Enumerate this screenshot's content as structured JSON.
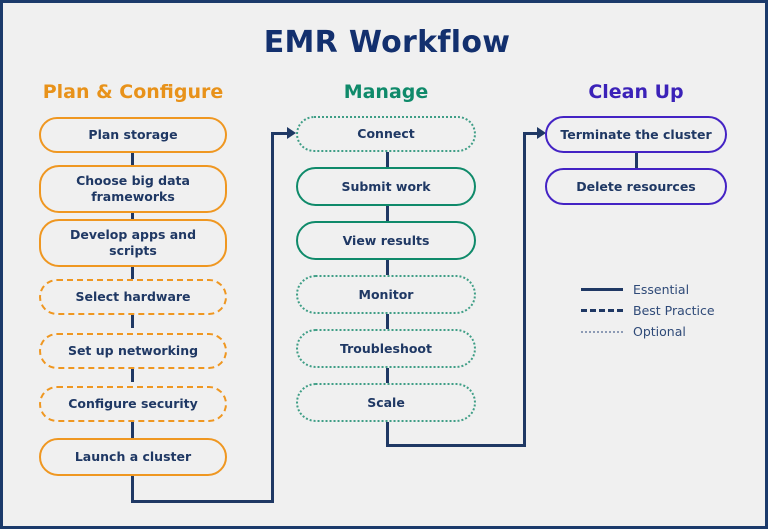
{
  "diagram": {
    "title": "EMR Workflow",
    "background_color": "#f0f0f0",
    "frame_color": "#1b3a6b",
    "text_color": "#1f3864"
  },
  "columns": [
    {
      "id": "plan",
      "heading": "Plan & Configure",
      "color": "#e8921a",
      "nodes": [
        {
          "label": "Plan storage",
          "line_style": "essential"
        },
        {
          "label": "Choose big data frameworks",
          "line_style": "essential"
        },
        {
          "label": "Develop apps and scripts",
          "line_style": "essential"
        },
        {
          "label": "Select hardware",
          "line_style": "best-practice"
        },
        {
          "label": "Set up networking",
          "line_style": "best-practice"
        },
        {
          "label": "Configure security",
          "line_style": "best-practice"
        },
        {
          "label": "Launch a cluster",
          "line_style": "essential"
        }
      ]
    },
    {
      "id": "manage",
      "heading": "Manage",
      "color": "#0f8a6a",
      "nodes": [
        {
          "label": "Connect",
          "line_style": "optional"
        },
        {
          "label": "Submit work",
          "line_style": "essential"
        },
        {
          "label": "View results",
          "line_style": "essential"
        },
        {
          "label": "Monitor",
          "line_style": "optional"
        },
        {
          "label": "Troubleshoot",
          "line_style": "optional"
        },
        {
          "label": "Scale",
          "line_style": "optional"
        }
      ]
    },
    {
      "id": "clean",
      "heading": "Clean Up",
      "color": "#3b22b8",
      "nodes": [
        {
          "label": "Terminate the cluster",
          "line_style": "essential"
        },
        {
          "label": "Delete resources",
          "line_style": "essential"
        }
      ]
    }
  ],
  "legend": {
    "items": [
      {
        "style": "solid",
        "label": "Essential"
      },
      {
        "style": "dashed",
        "label": "Best Practice"
      },
      {
        "style": "dotted",
        "label": "Optional"
      }
    ]
  }
}
